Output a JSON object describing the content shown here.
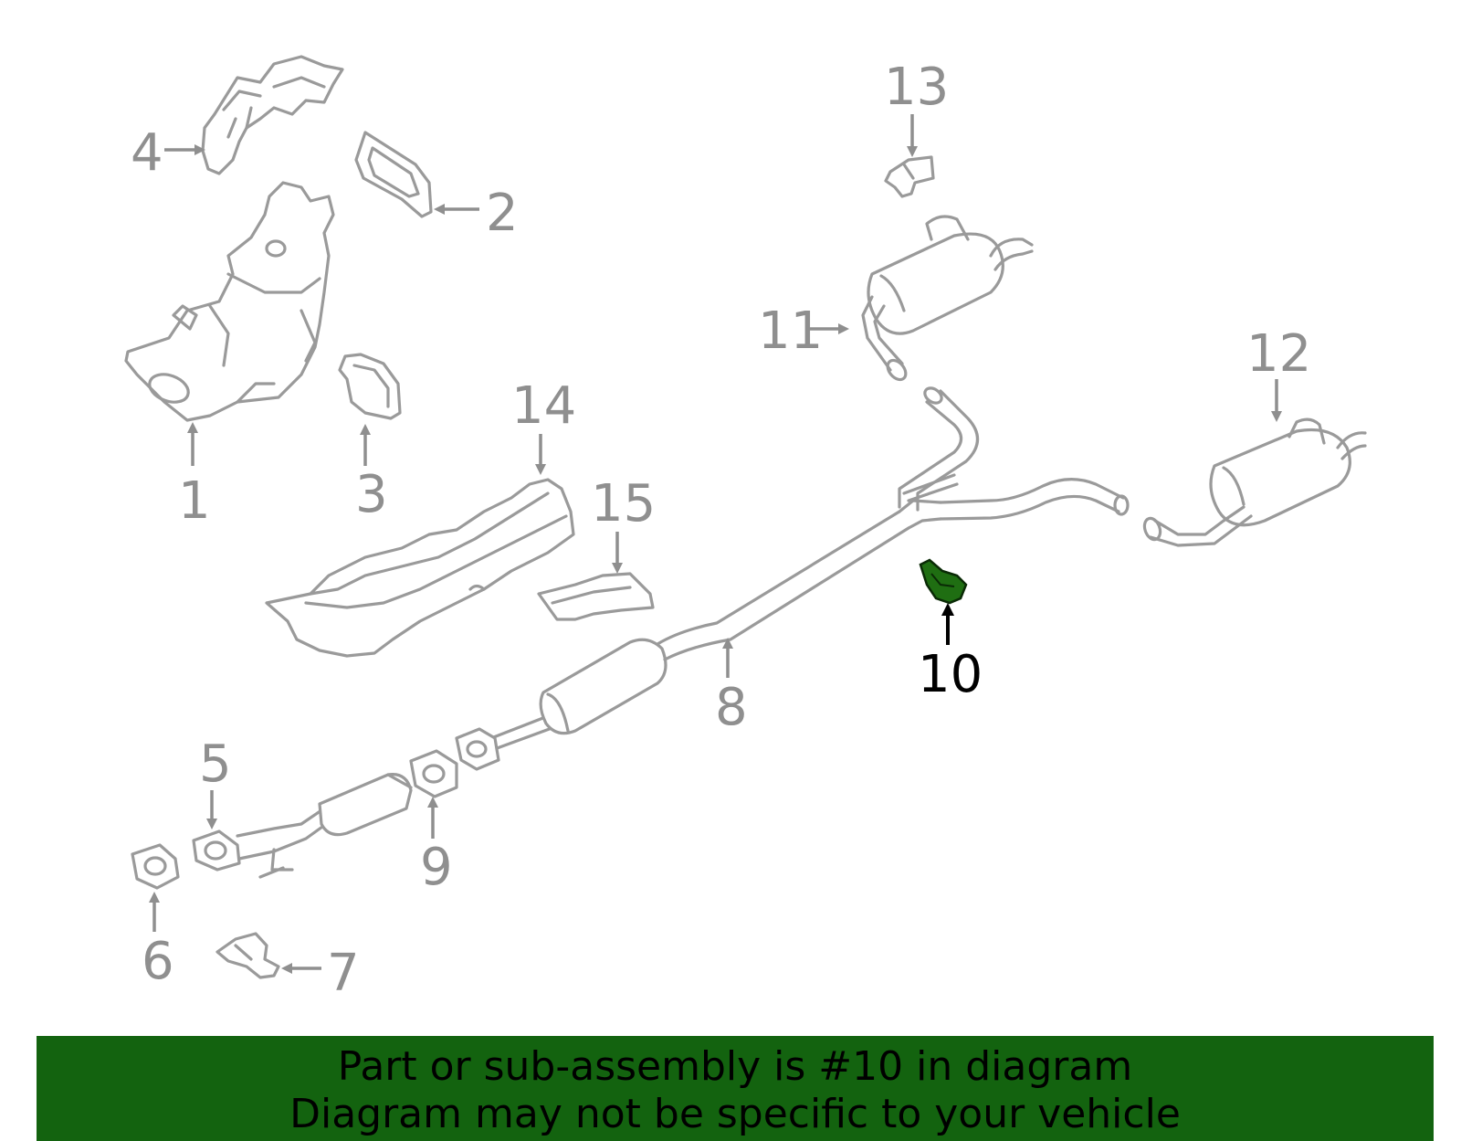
{
  "callouts": [
    {
      "id": "1",
      "label": "1"
    },
    {
      "id": "2",
      "label": "2"
    },
    {
      "id": "3",
      "label": "3"
    },
    {
      "id": "4",
      "label": "4"
    },
    {
      "id": "5",
      "label": "5"
    },
    {
      "id": "6",
      "label": "6"
    },
    {
      "id": "7",
      "label": "7"
    },
    {
      "id": "8",
      "label": "8"
    },
    {
      "id": "9",
      "label": "9"
    },
    {
      "id": "10",
      "label": "10"
    },
    {
      "id": "11",
      "label": "11"
    },
    {
      "id": "12",
      "label": "12"
    },
    {
      "id": "13",
      "label": "13"
    },
    {
      "id": "14",
      "label": "14"
    },
    {
      "id": "15",
      "label": "15"
    }
  ],
  "highlighted_part": "10",
  "colors": {
    "part_line": "#9a9a9a",
    "highlight_part": "#1f6e12",
    "banner_bg": "#13630f",
    "banner_text": "#000000"
  },
  "banner": {
    "line1": "Part or sub-assembly is #10 in diagram",
    "line2": "Diagram may not be specific to your vehicle"
  }
}
